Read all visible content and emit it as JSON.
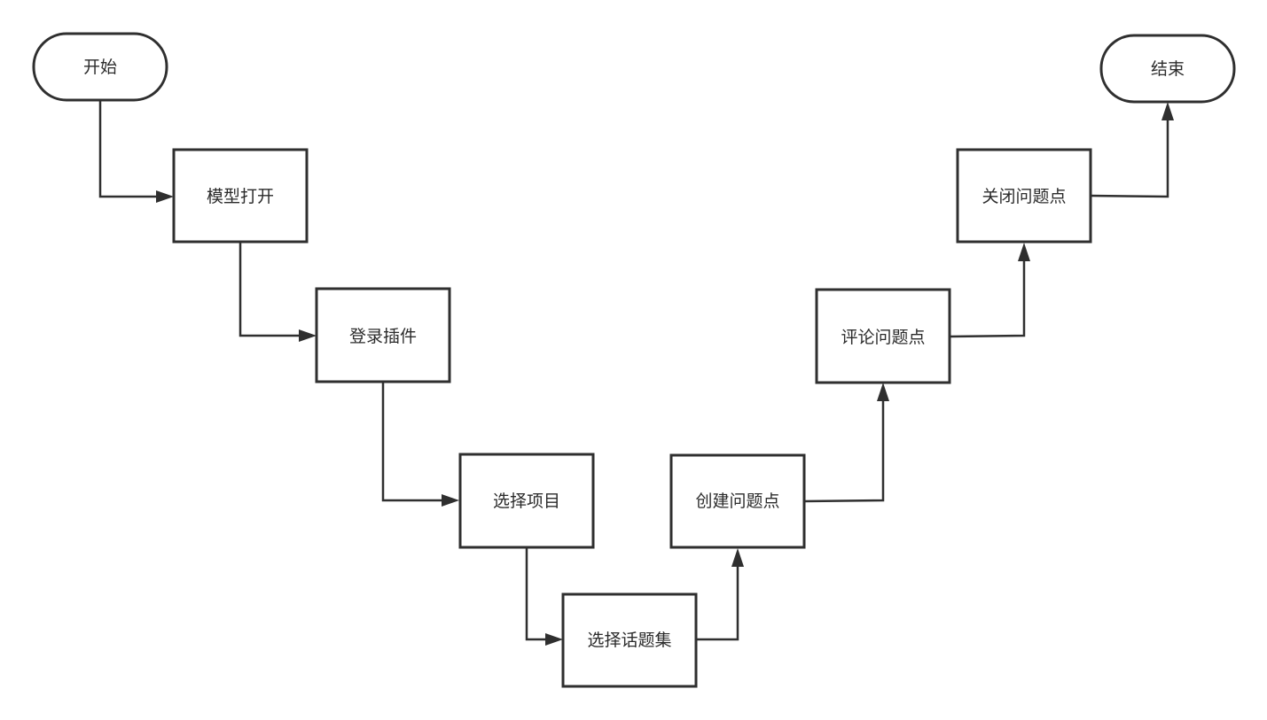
{
  "diagram": {
    "nodes": {
      "start": {
        "label": "开始",
        "shape": "terminal"
      },
      "open_model": {
        "label": "模型打开",
        "shape": "process"
      },
      "login_plugin": {
        "label": "登录插件",
        "shape": "process"
      },
      "select_project": {
        "label": "选择项目",
        "shape": "process"
      },
      "select_topic_set": {
        "label": "选择话题集",
        "shape": "process"
      },
      "create_issue": {
        "label": "创建问题点",
        "shape": "process"
      },
      "comment_issue": {
        "label": "评论问题点",
        "shape": "process"
      },
      "close_issue": {
        "label": "关闭问题点",
        "shape": "process"
      },
      "end": {
        "label": "结束",
        "shape": "terminal"
      }
    },
    "edges": [
      {
        "from": "start",
        "to": "open_model"
      },
      {
        "from": "open_model",
        "to": "login_plugin"
      },
      {
        "from": "login_plugin",
        "to": "select_project"
      },
      {
        "from": "select_project",
        "to": "select_topic_set"
      },
      {
        "from": "select_topic_set",
        "to": "create_issue"
      },
      {
        "from": "create_issue",
        "to": "comment_issue"
      },
      {
        "from": "comment_issue",
        "to": "close_issue"
      },
      {
        "from": "close_issue",
        "to": "end"
      }
    ],
    "colors": {
      "stroke": "#2f2f2f",
      "fill": "#ffffff",
      "text": "#2b2b2b"
    }
  }
}
